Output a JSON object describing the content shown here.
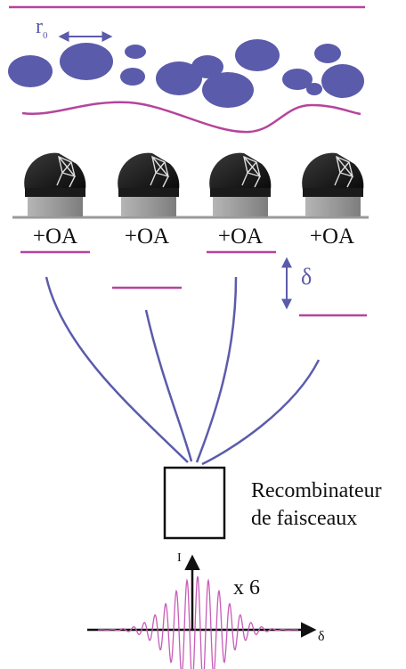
{
  "colors": {
    "turbulence": "#5b5bab",
    "optical_path": "#b5449b",
    "beam": "#5b5bab",
    "fringes": "#c75db8",
    "text": "#111111"
  },
  "labels": {
    "r0_main": "r",
    "r0_sub": "0",
    "delta": "δ",
    "recombiner_line1": "Recombinateur",
    "recombiner_line2": "de faisceaux",
    "intensity_axis": "I",
    "delta_axis": "δ",
    "multiplier": "x 6"
  },
  "telescopes": [
    {
      "label": "+OA"
    },
    {
      "label": "+OA"
    },
    {
      "label": "+OA"
    },
    {
      "label": "+OA"
    }
  ]
}
